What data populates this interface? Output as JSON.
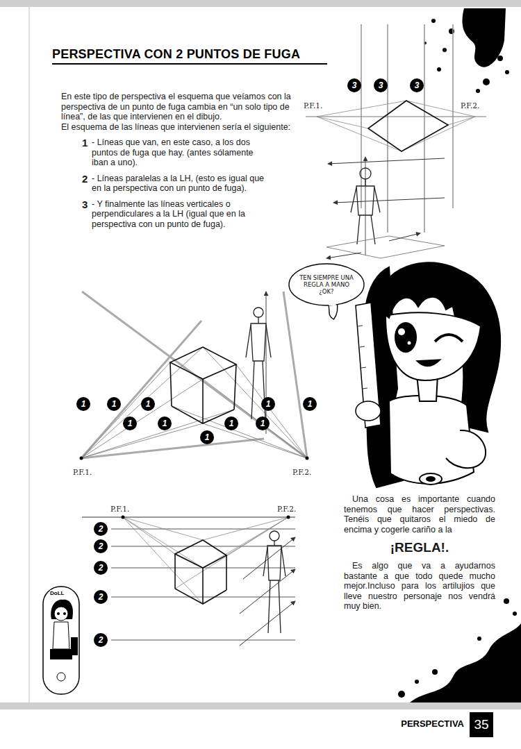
{
  "diagram": {
    "title": "PERSPECTIVA CON 2 PUNTOS DE FUGA",
    "nodes": [
      {
        "text": [
          "TEN SIEMPRE UNA REGLA A MANO ¿OK?"
        ]
      },
      {
        "text": [
          "35"
        ]
      }
    ],
    "labels": [
      "En este tipo de perspectiva el esquema que veíamos con la perspectiva de un punto de fuga cambia en “un solo tipo de línea”, de las que intervienen en el dibujo.",
      "El esquema de las líneas que intervienen sería el siguiente:",
      "1",
      "- Líneas que van, en este caso, a los dos puntos de fuga que hay. (antes sólamente iban a uno).",
      "2",
      "- Líneas paralelas a la LH, (esto es igual que en la perspectiva con un punto de fuga).",
      "3",
      "- Y finalmente las líneas verticales o perpendiculares a la LH (igual que en la perspectiva con un punto de fuga).",
      "3",
      "3",
      "3",
      "P.F.1.",
      "P.F.2.",
      "1",
      "1",
      "1",
      "1",
      "1",
      "1",
      "1",
      "1",
      "1",
      "1",
      "P.F.1.",
      "P.F.2.",
      "P.F.1.",
      "P.F.2.",
      "2",
      "2",
      "2",
      "2",
      "2",
      "Una cosa es importante cuando tenemos que hacer perspectivas. Tenéis que quitaros el miedo de encima y cogerle cariño a la",
      "¡REGLA!.",
      "Es algo que va a ayudarnos bastante a que todo quede mucho mejor.Incluso para los artilujios que lleve nuestro personaje nos vendrá muy bien.",
      "DoLL",
      "PERSPECTIVA"
    ]
  }
}
